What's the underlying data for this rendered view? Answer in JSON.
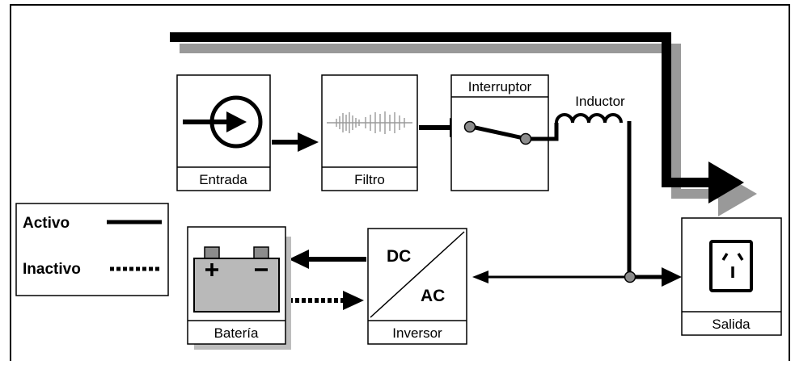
{
  "blocks": {
    "entrada": {
      "label": "Entrada"
    },
    "filtro": {
      "label": "Filtro"
    },
    "interruptor": {
      "label": "Interruptor"
    },
    "inductor": {
      "label": "Inductor"
    },
    "bateria": {
      "label": "Batería"
    },
    "inversor": {
      "label": "Inversor",
      "dc": "DC",
      "ac": "AC"
    },
    "salida": {
      "label": "Salida"
    }
  },
  "legend": {
    "active": "Activo",
    "inactive": "Inactivo"
  },
  "colors": {
    "line": "#000000",
    "shadow": "#999999",
    "node": "#8c8c8c",
    "battery_body": "#b9b9b9",
    "battery_terminal": "#8c8c8c",
    "panel_shadow": "#bdbdbd",
    "background": "#ffffff"
  }
}
